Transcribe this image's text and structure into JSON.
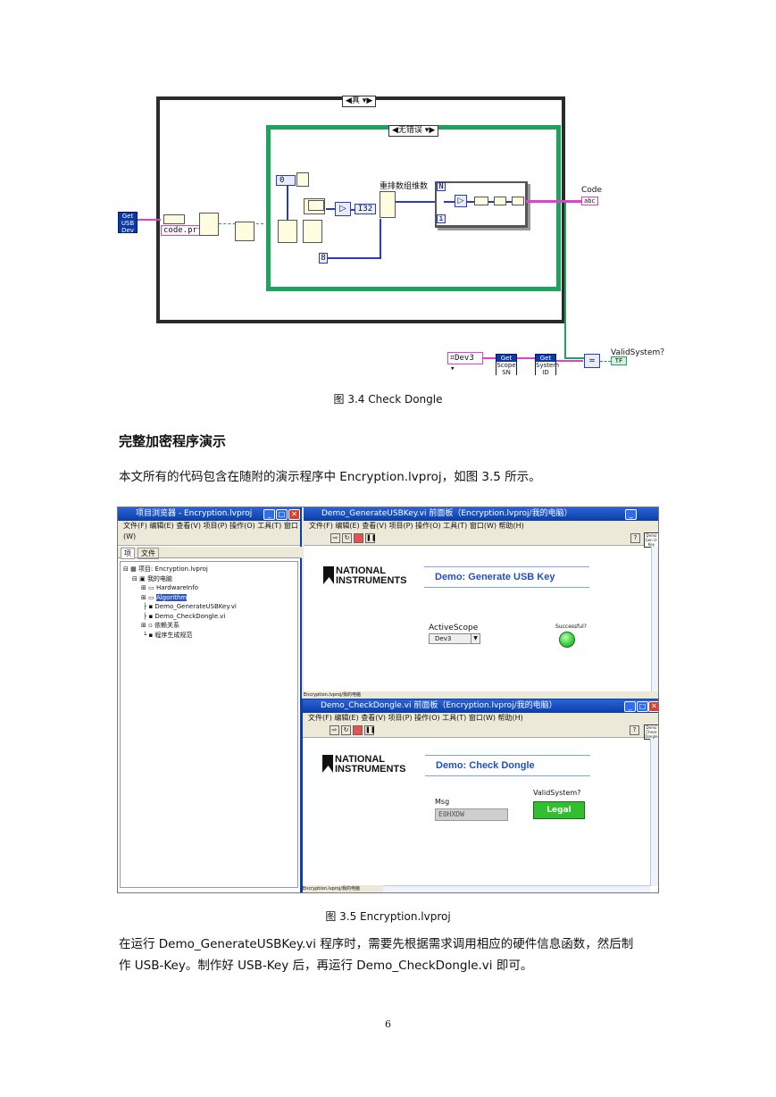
{
  "diagram": {
    "outer_case_selector": "真",
    "inner_case_selector": "无错误",
    "left_tag": [
      "Get",
      "USB",
      "Dev"
    ],
    "file_constant": "code.prf",
    "const_zero": "0",
    "const_eight": "8",
    "numeric_i32": "I32",
    "reshape_label": "重排数组维数",
    "loop_n": "N",
    "loop_i": "i",
    "output_label": "Code",
    "output_tag": "abc",
    "dev_control": "Dev3",
    "scope_tag": [
      "Get",
      "Scope",
      "SN"
    ],
    "system_tag": [
      "Get",
      "System",
      "ID"
    ],
    "bool_label": "ValidSystem？",
    "bool_tag": "TF"
  },
  "figure1_caption": "图 3.4 Check Dongle",
  "section_heading": "完整加密程序演示",
  "intro_paragraph": "本文所有的代码包含在随附的演示程序中 Encryption.lvproj，如图 3.5 所示。",
  "screenshot": {
    "project_window": {
      "title": "项目浏览器 - Encryption.lvproj",
      "menu": "文件(F)  编辑(E)  查看(V)  项目(P)  操作(O)  工具(T)  窗口(W)",
      "tabs": [
        "项",
        "文件"
      ],
      "tree": [
        "项目: Encryption.lvproj",
        "我的电脑",
        "HardwareInfo",
        "Algorithm",
        "Demo_GenerateUSBKey.vi",
        "Demo_CheckDongle.vi",
        "依赖关系",
        "程序生成规范"
      ]
    },
    "generate_window": {
      "title": "Demo_GenerateUSBKey.vi 前面板（Encryption.lvproj/我的电脑）",
      "menu": "文件(F)  编辑(E)  查看(V)  项目(P)  操作(O)  工具(T)  窗口(W)  帮助(H)",
      "logo_line1": "NATIONAL",
      "logo_line2": "INSTRUMENTS",
      "demo_title": "Demo: Generate USB Key",
      "scope_label": "ActiveScope",
      "scope_value": "Dev3",
      "success_label": "Successful?",
      "icon_label": "Demo Gen U-Key",
      "status_bar": "Encryption.lvproj/我的电脑"
    },
    "check_window": {
      "title": "Demo_CheckDongle.vi 前面板（Encryption.lvproj/我的电脑）",
      "menu": "文件(F)  编辑(E)  查看(V)  项目(P)  操作(O)  工具(T)  窗口(W)  帮助(H)",
      "logo_line1": "NATIONAL",
      "logo_line2": "INSTRUMENTS",
      "demo_title": "Demo: Check Dongle",
      "msg_label": "Msg",
      "msg_value": "E0HXDW",
      "valid_label": "ValidSystem?",
      "valid_button": "Legal",
      "icon_label": "Demo Check Dongle",
      "status_bar": "Encryption.lvproj/我的电脑"
    },
    "colors": {
      "xp_blue": "#0a3fa8",
      "legal_green": "#2fbf2f",
      "led_green": "#3fd23f"
    }
  },
  "figure2_caption": "图 3.5 Encryption.lvproj",
  "closing_paragraph_line1": "在运行 Demo_GenerateUSBKey.vi 程序时，需要先根据需求调用相应的硬件信息函数，然后制",
  "closing_paragraph_line2": "作 USB-Key。制作好 USB-Key 后，再运行 Demo_CheckDongle.vi 即可。",
  "page_number": "6"
}
